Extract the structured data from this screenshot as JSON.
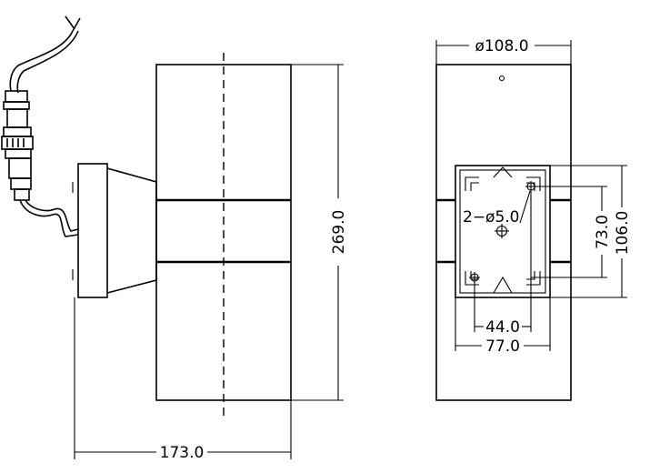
{
  "side_view": {
    "dim_total_length": "173.0",
    "dim_height": "269.0"
  },
  "front_view": {
    "dim_diameter": "ø108.0",
    "dim_hole_spacing_v": "73.0",
    "dim_plate_height": "106.0",
    "dim_hole_spacing_h": "44.0",
    "dim_plate_width": "77.0",
    "note_holes": "2−ø5.0"
  }
}
